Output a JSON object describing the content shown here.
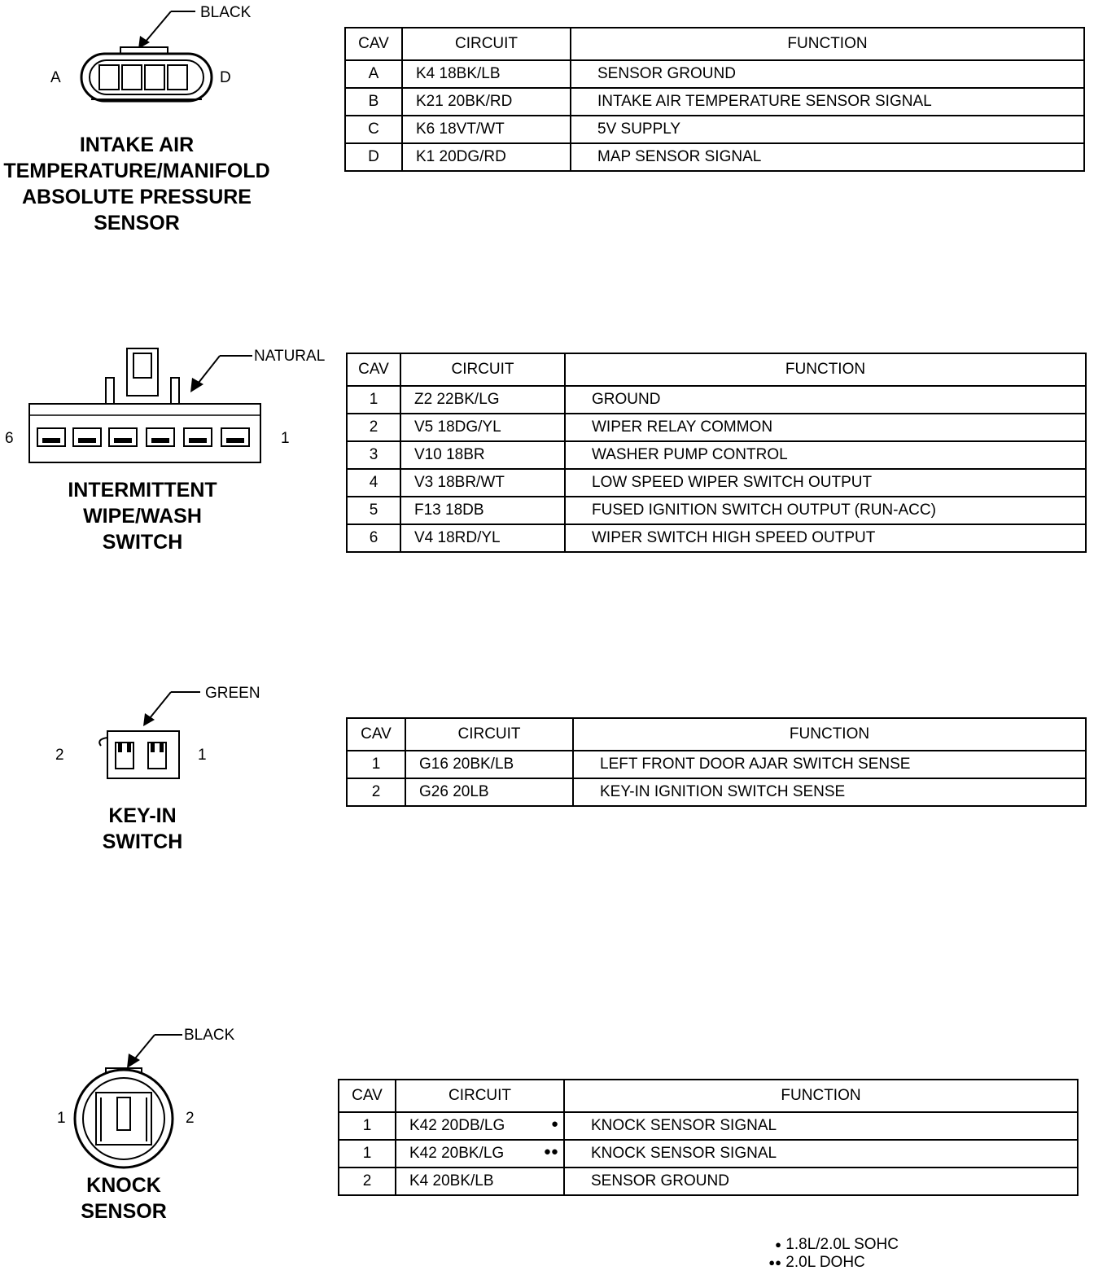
{
  "connectors": [
    {
      "title_lines": [
        "INTAKE AIR",
        "TEMPERATURE/MANIFOLD",
        "ABSOLUTE PRESSURE",
        "SENSOR"
      ],
      "color_label": "BLACK",
      "pin_left": "A",
      "pin_right": "D",
      "headers": {
        "cav": "CAV",
        "circuit": "CIRCUIT",
        "function": "FUNCTION"
      },
      "rows": [
        {
          "cav": "A",
          "circuit": "K4  18BK/LB",
          "mark": "",
          "function": "SENSOR GROUND"
        },
        {
          "cav": "B",
          "circuit": "K21   20BK/RD",
          "mark": "",
          "function": "INTAKE AIR TEMPERATURE SENSOR SIGNAL"
        },
        {
          "cav": "C",
          "circuit": "K6  18VT/WT",
          "mark": "",
          "function": "5V SUPPLY"
        },
        {
          "cav": "D",
          "circuit": "K1  20DG/RD",
          "mark": "",
          "function": "MAP SENSOR SIGNAL"
        }
      ]
    },
    {
      "title_lines": [
        "INTERMITTENT",
        "WIPE/WASH",
        "SWITCH"
      ],
      "color_label": "NATURAL",
      "pin_left": "6",
      "pin_right": "1",
      "headers": {
        "cav": "CAV",
        "circuit": "CIRCUIT",
        "function": "FUNCTION"
      },
      "rows": [
        {
          "cav": "1",
          "circuit": "Z2  22BK/LG",
          "mark": "",
          "function": "GROUND"
        },
        {
          "cav": "2",
          "circuit": "V5  18DG/YL",
          "mark": "",
          "function": "WIPER RELAY COMMON"
        },
        {
          "cav": "3",
          "circuit": "V10   18BR",
          "mark": "",
          "function": "WASHER PUMP CONTROL"
        },
        {
          "cav": "4",
          "circuit": "V3  18BR/WT",
          "mark": "",
          "function": "LOW SPEED WIPER SWITCH OUTPUT"
        },
        {
          "cav": "5",
          "circuit": "F13   18DB",
          "mark": "",
          "function": "FUSED IGNITION SWITCH OUTPUT (RUN-ACC)"
        },
        {
          "cav": "6",
          "circuit": "V4  18RD/YL",
          "mark": "",
          "function": "WIPER SWITCH HIGH SPEED OUTPUT"
        }
      ]
    },
    {
      "title_lines": [
        "KEY-IN",
        "SWITCH"
      ],
      "color_label": "GREEN",
      "pin_left": "2",
      "pin_right": "1",
      "headers": {
        "cav": "CAV",
        "circuit": "CIRCUIT",
        "function": "FUNCTION"
      },
      "rows": [
        {
          "cav": "1",
          "circuit": "G16   20BK/LB",
          "mark": "",
          "function": "LEFT FRONT DOOR AJAR SWITCH SENSE"
        },
        {
          "cav": "2",
          "circuit": "G26   20LB",
          "mark": "",
          "function": "KEY-IN IGNITION SWITCH SENSE"
        }
      ]
    },
    {
      "title_lines": [
        "KNOCK",
        "SENSOR"
      ],
      "color_label": "BLACK",
      "pin_left": "1",
      "pin_right": "2",
      "headers": {
        "cav": "CAV",
        "circuit": "CIRCUIT",
        "function": "FUNCTION"
      },
      "rows": [
        {
          "cav": "1",
          "circuit": "K42   20DB/LG",
          "mark": "●",
          "function": "KNOCK SENSOR SIGNAL"
        },
        {
          "cav": "1",
          "circuit": "K42   20BK/LG",
          "mark": "●●",
          "function": "KNOCK SENSOR SIGNAL"
        },
        {
          "cav": "2",
          "circuit": "K4  20BK/LB",
          "mark": "",
          "function": "SENSOR GROUND"
        }
      ]
    }
  ],
  "legend": [
    {
      "mark": "●",
      "text": "1.8L/2.0L SOHC"
    },
    {
      "mark": "●●",
      "text": "2.0L DOHC"
    }
  ]
}
